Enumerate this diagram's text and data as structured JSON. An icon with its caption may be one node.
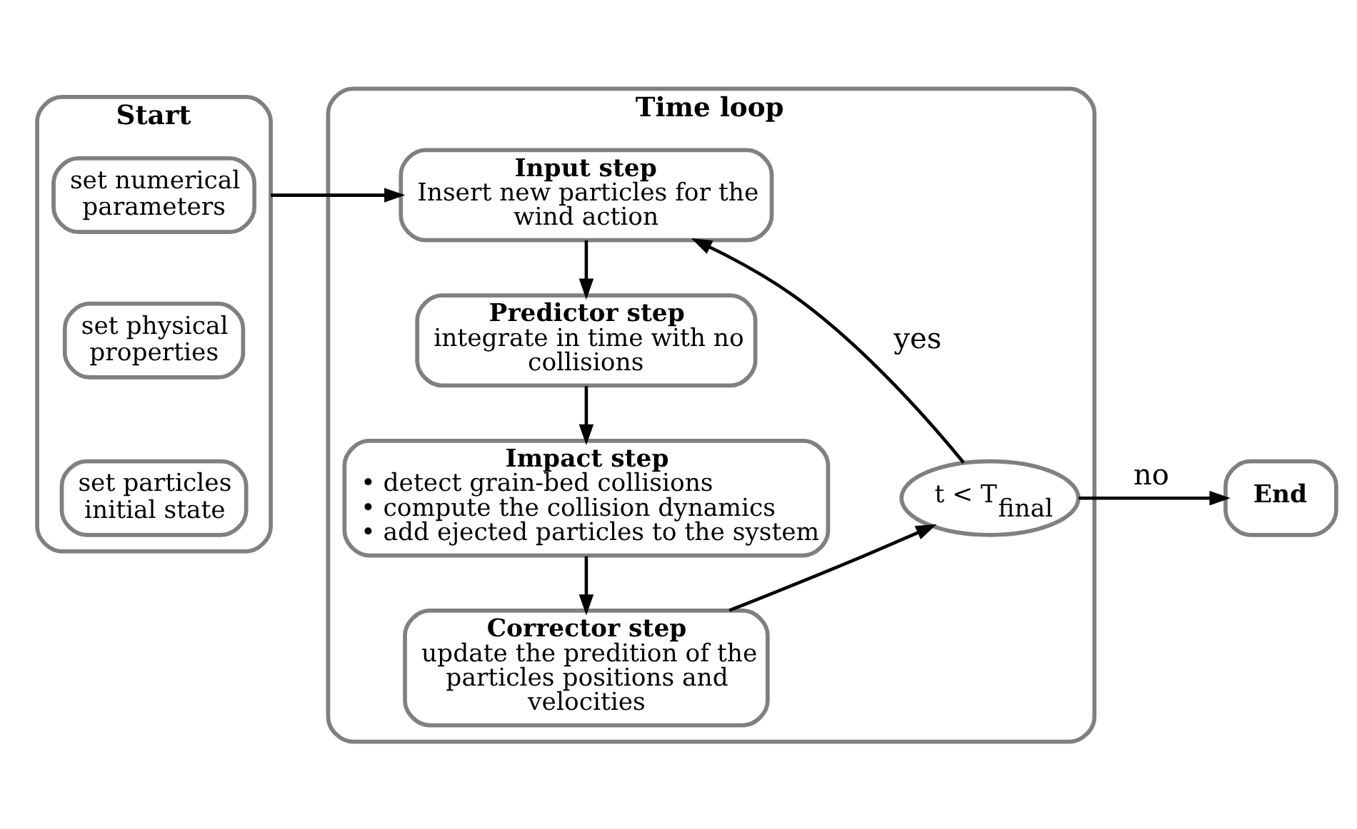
{
  "diagram": {
    "nodes": [
      {
        "text": [
          "Start"
        ]
      },
      {
        "text": [
          "set numerical parameters"
        ],
        "in": 0
      },
      {
        "text": [
          "set physical properties"
        ],
        "in": 0
      },
      {
        "text": [
          "set particles initial state"
        ],
        "in": 0
      },
      {
        "text": [
          "Time loop"
        ]
      },
      {
        "text": [
          "Input step",
          "Insert new particles for the wind action"
        ],
        "in": 4
      },
      {
        "text": [
          "Predictor step",
          "integrate in time with no collisions"
        ],
        "in": 4
      },
      {
        "text": [
          "Impact step",
          "• detect grain-bed collisions",
          "• compute the collision dynamics",
          "• add ejected particles to the system"
        ],
        "in": 4
      },
      {
        "text": [
          "Corrector step",
          "update the predition of the particles positions and velocities"
        ],
        "in": 4
      },
      {
        "text": [
          "t < T$_{final}$"
        ],
        "in": 4
      },
      {
        "text": [
          "End"
        ]
      }
    ],
    "edges": [
      {
        "from": 0,
        "to": 5,
        "arrow": "to"
      },
      {
        "from": 5,
        "to": 6,
        "arrow": "to"
      },
      {
        "from": 6,
        "to": 7,
        "arrow": "to"
      },
      {
        "from": 7,
        "to": 8,
        "arrow": "to"
      },
      {
        "from": 8,
        "to": 9,
        "arrow": "to"
      },
      {
        "from": 9,
        "to": 5,
        "arrow": "to",
        "label": "yes"
      },
      {
        "from": 9,
        "to": 10,
        "arrow": "to",
        "label": "no"
      }
    ]
  }
}
